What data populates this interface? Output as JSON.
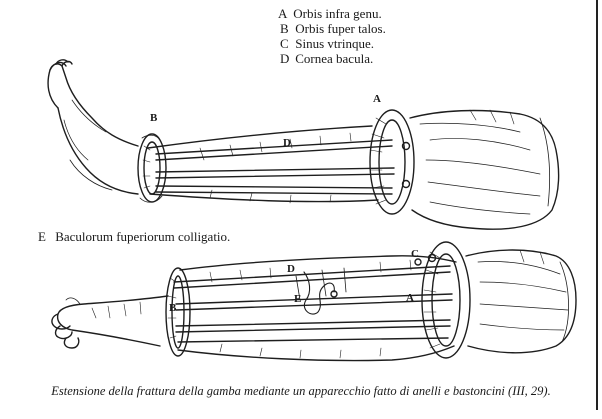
{
  "legend": {
    "items": [
      {
        "letter": "A",
        "text": "Orbis infra genu."
      },
      {
        "letter": "B",
        "text": "Orbis fuper talos."
      },
      {
        "letter": "C",
        "text": "Sinus vtrinque."
      },
      {
        "letter": "D",
        "text": "Cornea bacula."
      }
    ]
  },
  "side_note": {
    "letter": "E",
    "text": "Baculorum fuperiorum colligatio."
  },
  "callouts": {
    "top_a": "A",
    "top_b": "B",
    "top_d": "D",
    "bot_c": "C",
    "bot_d": "D",
    "bot_e": "E",
    "bot_a": "A",
    "bot_b": "B"
  },
  "caption": "Estensione della frattura della gamba mediante un apparecchio fatto di anelli e bastoncini (III, 29)."
}
